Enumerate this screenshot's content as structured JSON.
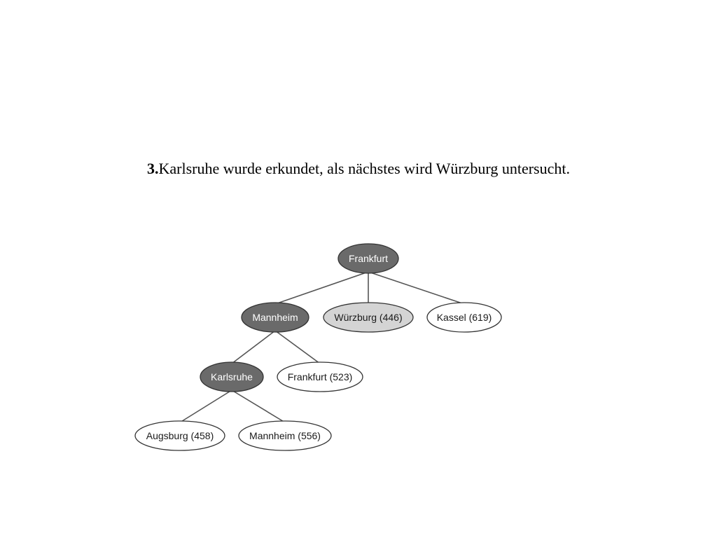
{
  "heading": {
    "step": "3.",
    "text": "Karlsruhe wurde erkundet, als nächstes wird Würzburg untersucht."
  },
  "colors": {
    "expanded_fill": "#6a6a6a",
    "expanded_text": "#ffffff",
    "current_fill": "#d4d4d4",
    "current_text": "#1a1a1a",
    "frontier_fill": "#ffffff",
    "frontier_text": "#1a1a1a"
  },
  "tree": {
    "nodes": [
      {
        "id": "frankfurt_root",
        "label": "Frankfurt",
        "state": "expanded"
      },
      {
        "id": "mannheim",
        "label": "Mannheim",
        "state": "expanded"
      },
      {
        "id": "wuerzburg",
        "label": "Würzburg (446)",
        "state": "current"
      },
      {
        "id": "kassel",
        "label": "Kassel (619)",
        "state": "frontier"
      },
      {
        "id": "karlsruhe",
        "label": "Karlsruhe",
        "state": "expanded"
      },
      {
        "id": "frankfurt_523",
        "label": "Frankfurt (523)",
        "state": "frontier"
      },
      {
        "id": "augsburg",
        "label": "Augsburg (458)",
        "state": "frontier"
      },
      {
        "id": "mannheim_556",
        "label": "Mannheim (556)",
        "state": "frontier"
      }
    ],
    "edges": [
      [
        "frankfurt_root",
        "mannheim"
      ],
      [
        "frankfurt_root",
        "wuerzburg"
      ],
      [
        "frankfurt_root",
        "kassel"
      ],
      [
        "mannheim",
        "karlsruhe"
      ],
      [
        "mannheim",
        "frankfurt_523"
      ],
      [
        "karlsruhe",
        "augsburg"
      ],
      [
        "karlsruhe",
        "mannheim_556"
      ]
    ]
  }
}
